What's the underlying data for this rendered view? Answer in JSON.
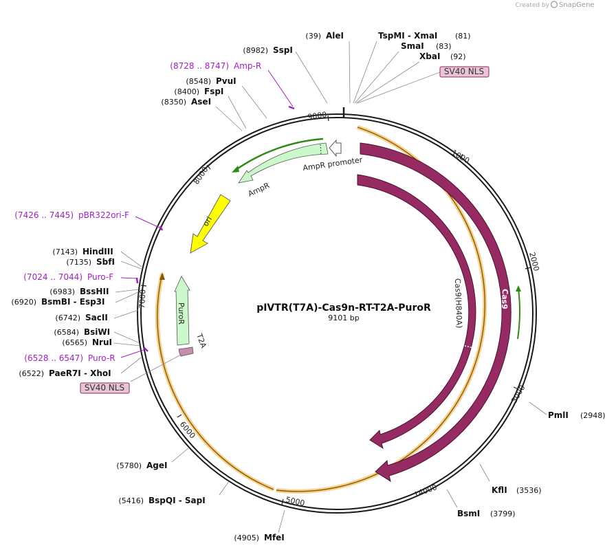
{
  "brand": {
    "prefix": "Created by",
    "name": "SnapGene"
  },
  "plasmid": {
    "name": "pIVTR(T7A)-Cas9n-RT-T2A-PuroR",
    "size_label": "9101 bp",
    "length": 9101
  },
  "ticks": [
    "1000",
    "2000",
    "3000",
    "4000",
    "5000",
    "6000",
    "7000",
    "8000",
    "9000"
  ],
  "restriction_sites": [
    {
      "pos": "(39)",
      "name": "AleI"
    },
    {
      "pos": "(81)",
      "name": "TspMI - XmaI"
    },
    {
      "pos": "(83)",
      "name": "SmaI"
    },
    {
      "pos": "(92)",
      "name": "XbaI"
    },
    {
      "pos": "(8982)",
      "name": "SspI"
    },
    {
      "pos": "(8548)",
      "name": "PvuI"
    },
    {
      "pos": "(8400)",
      "name": "FspI"
    },
    {
      "pos": "(8350)",
      "name": "AseI"
    },
    {
      "pos": "(7143)",
      "name": "HindIII"
    },
    {
      "pos": "(7135)",
      "name": "SbfI"
    },
    {
      "pos": "(6983)",
      "name": "BssHII"
    },
    {
      "pos": "(6920)",
      "name": "BsmBI - Esp3I"
    },
    {
      "pos": "(6742)",
      "name": "SacII"
    },
    {
      "pos": "(6584)",
      "name": "BsiWI"
    },
    {
      "pos": "(6565)",
      "name": "NruI"
    },
    {
      "pos": "(6522)",
      "name": "PaeR7I - XhoI"
    },
    {
      "pos": "(2948)",
      "name": "PmlI"
    },
    {
      "pos": "(3536)",
      "name": "KflI"
    },
    {
      "pos": "(3799)",
      "name": "BsmI"
    },
    {
      "pos": "(4905)",
      "name": "MfeI"
    },
    {
      "pos": "(5416)",
      "name": "BspQI - SapI"
    },
    {
      "pos": "(5780)",
      "name": "AgeI"
    }
  ],
  "primers": [
    {
      "range": "(8728 .. 8747)",
      "name": "Amp-R"
    },
    {
      "range": "(7426 .. 7445)",
      "name": "pBR322ori-F"
    },
    {
      "range": "(7024 .. 7044)",
      "name": "Puro-F"
    },
    {
      "range": "(6528 .. 6547)",
      "name": "Puro-R"
    }
  ],
  "badges": [
    "SV40 NLS",
    "SV40 NLS"
  ],
  "features": [
    {
      "name": "Cas9",
      "color": "#962b64"
    },
    {
      "name": "Cas9(H840A)",
      "color": "#962b64"
    },
    {
      "name": "AmpR",
      "color": "#ccf9cc"
    },
    {
      "name": "AmpR promoter",
      "color": "#ffffff"
    },
    {
      "name": "ori",
      "color": "#ffff00"
    },
    {
      "name": "PuroR",
      "color": "#ccf9cc"
    },
    {
      "name": "T2A",
      "color": "#c68db0"
    }
  ],
  "colors": {
    "backbone": "#1a1a1a",
    "orf_highlight": "#f5d08a",
    "orf_line": "#8a5a00",
    "primer": "#a020c8",
    "green_arrow": "#2e8a14",
    "badge_fill": "#e8c4d6",
    "badge_stroke": "#8a2d5a"
  }
}
